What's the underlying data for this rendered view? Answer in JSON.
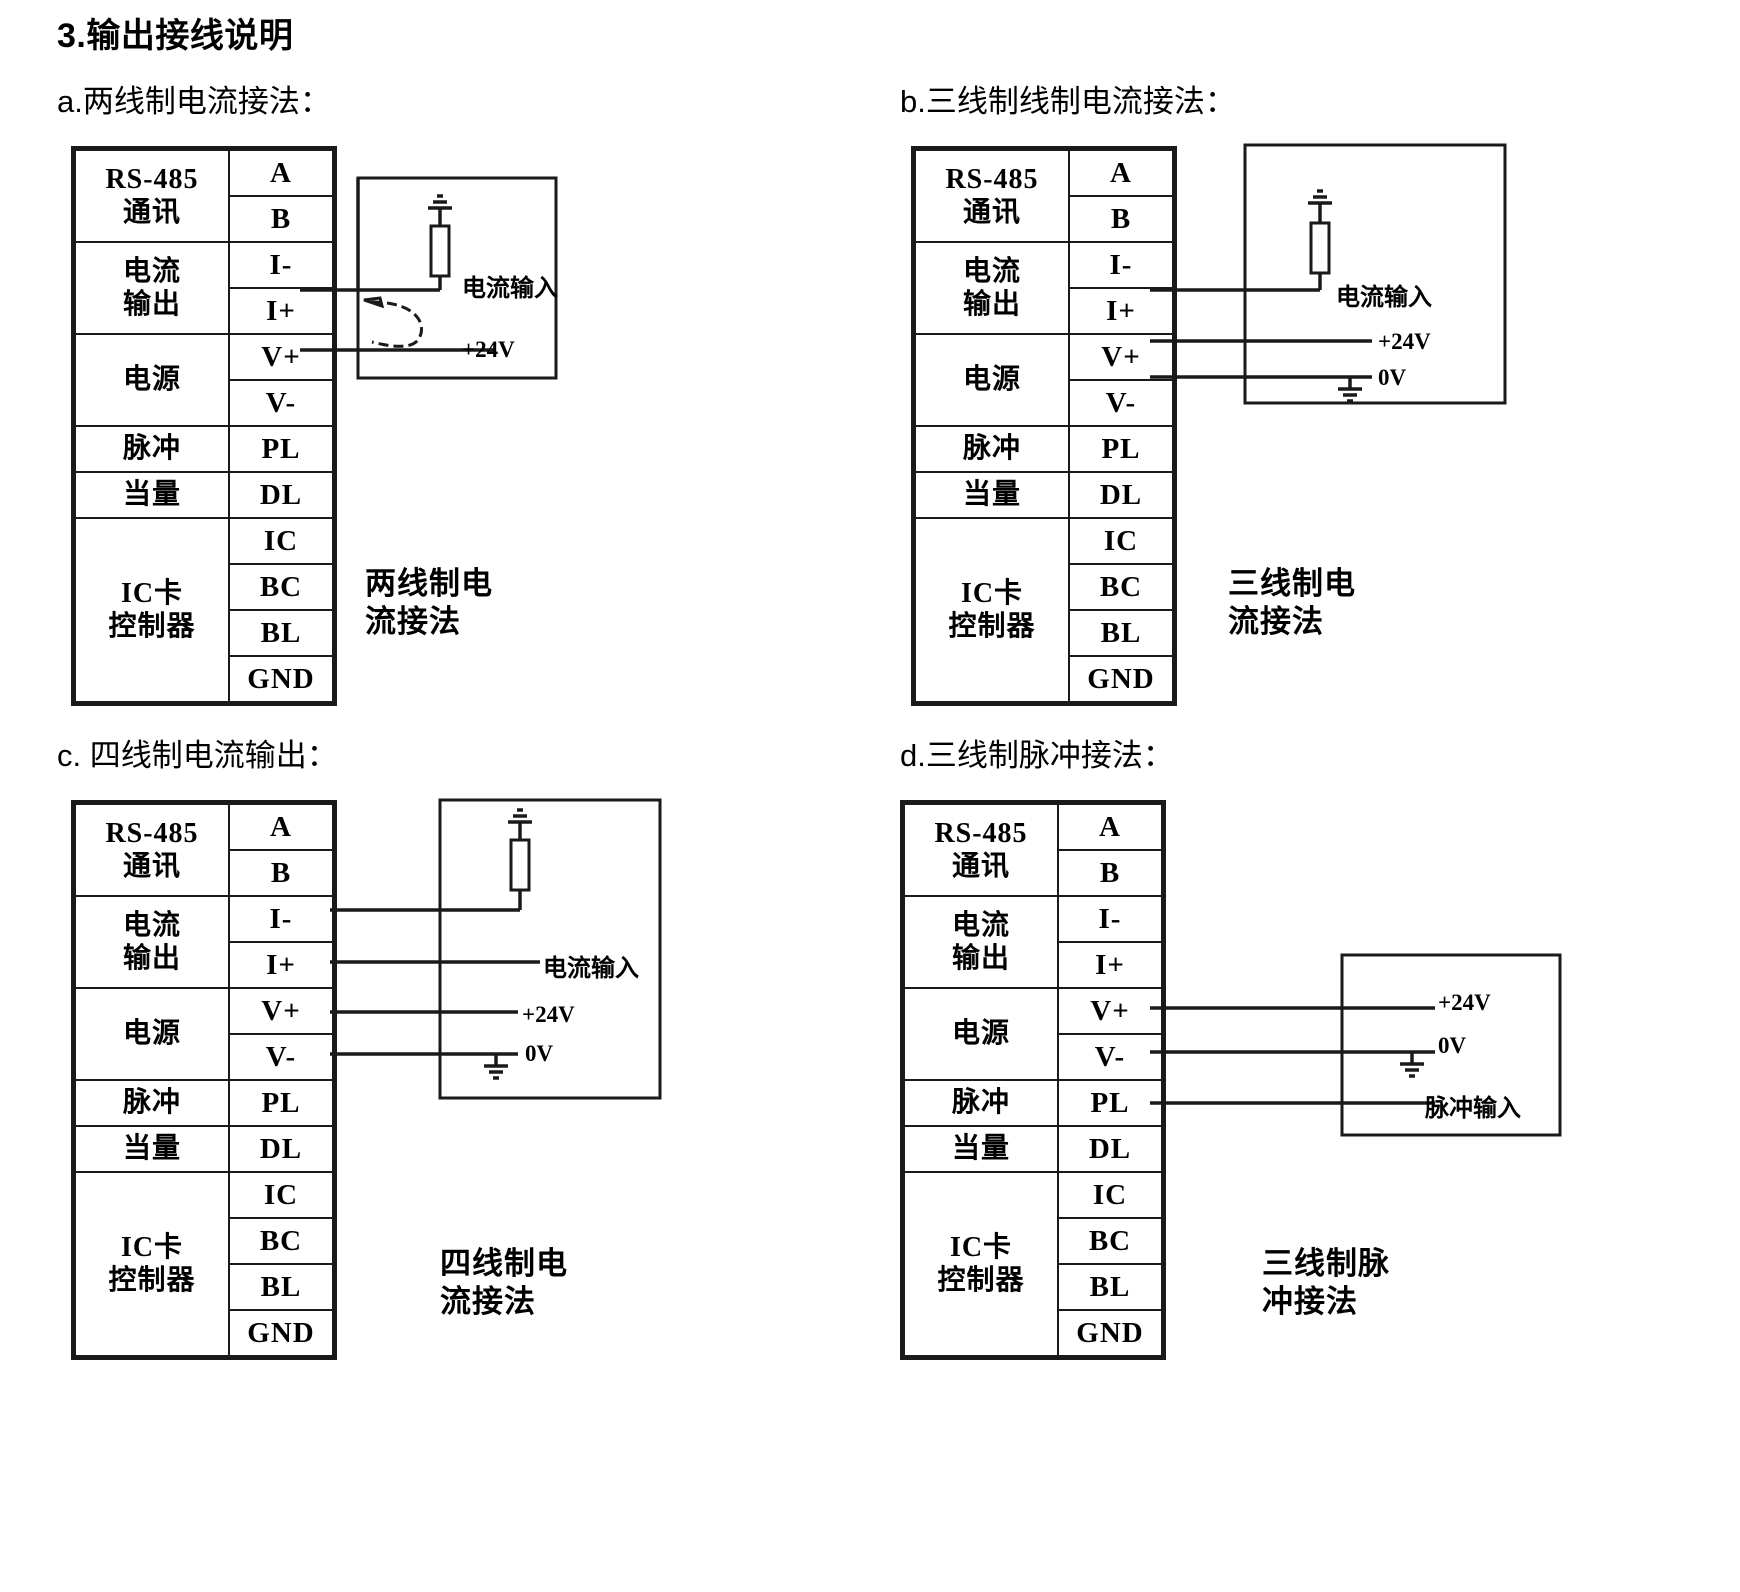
{
  "section": {
    "number_title": "3.输出接线说明"
  },
  "diagrams": [
    {
      "key": "a",
      "heading": "a.两线制电流接法：",
      "caption_line1": "两线制电",
      "caption_line2": "流接法",
      "labels": {
        "current_input": "电流输入",
        "v24": "+24V"
      },
      "wires": [
        "I+",
        "V+"
      ],
      "has_loop_arrow": true
    },
    {
      "key": "b",
      "heading": "b.三线制线制电流接法：",
      "caption_line1": "三线制电",
      "caption_line2": "流接法",
      "labels": {
        "current_input": "电流输入",
        "v24": "+24V",
        "v0": "0V"
      },
      "wires": [
        "I+",
        "V+",
        "V-"
      ],
      "has_loop_arrow": false
    },
    {
      "key": "c",
      "heading": "c. 四线制电流输出：",
      "caption_line1": "四线制电",
      "caption_line2": "流接法",
      "labels": {
        "current_input": "电流输入",
        "v24": "+24V",
        "v0": "0V"
      },
      "wires": [
        "I-",
        "I+",
        "V+",
        "V-"
      ],
      "has_loop_arrow": false
    },
    {
      "key": "d",
      "heading": "d.三线制脉冲接法：",
      "caption_line1": "三线制脉",
      "caption_line2": "冲接法",
      "labels": {
        "pulse_input": "脉冲输入",
        "v24": "+24V",
        "v0": "0V"
      },
      "wires": [
        "V+",
        "V-",
        "PL"
      ],
      "has_loop_arrow": false
    }
  ],
  "terminal_table": {
    "groups": [
      {
        "label": "RS-485\n通讯",
        "label_line1": "RS-485",
        "label_line2": "通讯",
        "pins": [
          "A",
          "B"
        ]
      },
      {
        "label": "电流\n输出",
        "label_line1": "电流",
        "label_line2": "输出",
        "pins": [
          "I-",
          "I+"
        ]
      },
      {
        "label": "电源",
        "label_line1": "电源",
        "label_line2": "",
        "pins": [
          "V+",
          "V-"
        ]
      },
      {
        "label": "脉冲",
        "label_line1": "脉冲",
        "label_line2": "",
        "pins": [
          "PL"
        ]
      },
      {
        "label": "当量",
        "label_line1": "当量",
        "label_line2": "",
        "pins": [
          "DL"
        ]
      },
      {
        "label": "IC卡\n控制器",
        "label_line1": "IC卡",
        "label_line2": "控制器",
        "pins": [
          "IC",
          "BC",
          "BL",
          "GND"
        ]
      }
    ]
  },
  "colors": {
    "ink": "#1a1a1a",
    "paper": "#ffffff"
  }
}
